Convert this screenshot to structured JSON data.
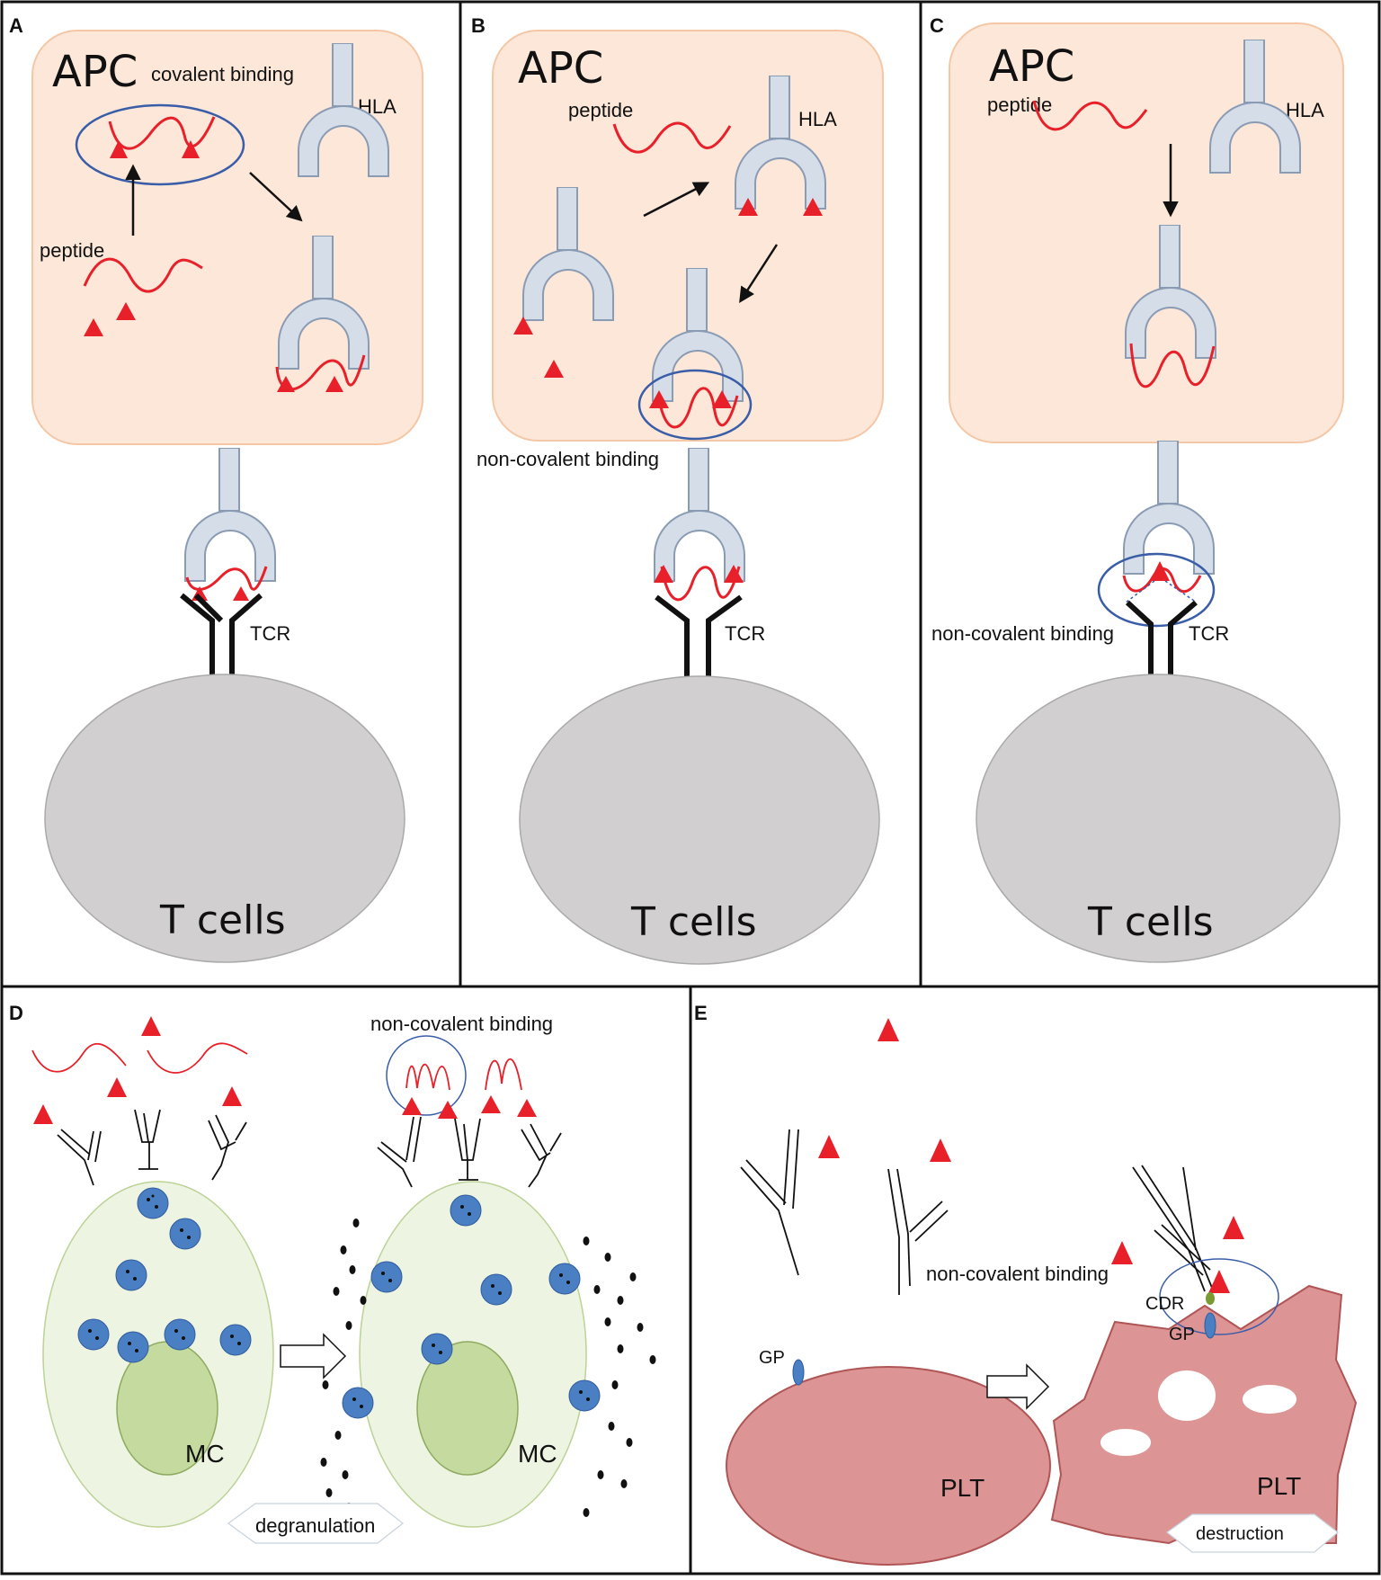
{
  "panels": {
    "A": {
      "letter": "A",
      "apc": "APC",
      "covalent": "covalent binding",
      "hla": "HLA",
      "peptide": "peptide",
      "tcr": "TCR",
      "tcells": "T cells"
    },
    "B": {
      "letter": "B",
      "apc": "APC",
      "peptide": "peptide",
      "hla": "HLA",
      "noncov": "non-covalent binding",
      "tcr": "TCR",
      "tcells": "T cells"
    },
    "C": {
      "letter": "C",
      "apc": "APC",
      "peptide": "peptide",
      "hla": "HLA",
      "noncov": "non-covalent binding",
      "tcr": "TCR",
      "tcells": "T cells"
    },
    "D": {
      "letter": "D",
      "noncov": "non-covalent binding",
      "mc1": "MC",
      "mc2": "MC",
      "degran": "degranulation"
    },
    "E": {
      "letter": "E",
      "noncov": "non-covalent binding",
      "cdr": "CDR",
      "gp1": "GP",
      "gp2": "GP",
      "plt1": "PLT",
      "plt2": "PLT",
      "destruction": "destruction"
    }
  },
  "colors": {
    "apc_fill": "#fce7d9",
    "apc_stroke": "#f4c7a6",
    "hla_fill": "#d5dde8",
    "hla_stroke": "#8a9bb4",
    "peptide": "#e8202a",
    "tcell": "#d1cfd0",
    "circle": "#3a5da8",
    "mc_fill": "#eef4e2",
    "mc_nucleus": "#c5da9f",
    "granule": "#4a7fc4",
    "plt": "#dc9494",
    "plt_stroke": "#b05555"
  }
}
